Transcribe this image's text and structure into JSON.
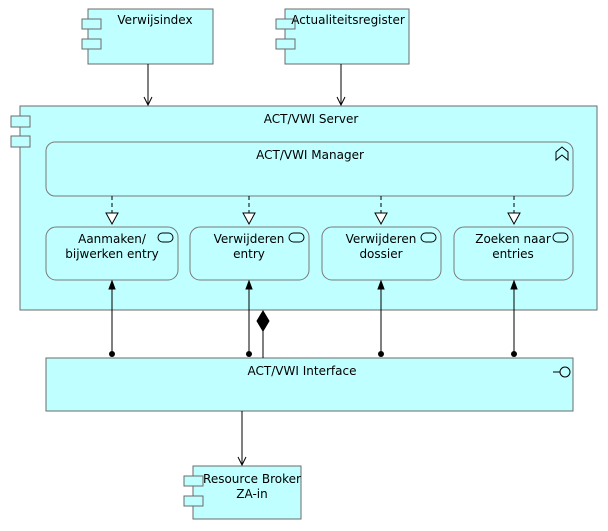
{
  "components": {
    "verwijsindex": "Verwijsindex",
    "actualiteitsregister": "Actualiteitsregister",
    "server": "ACT/VWI Server",
    "resource_broker_line1": "Resource Broker",
    "resource_broker_line2": "ZA-in"
  },
  "manager": {
    "label": "ACT/VWI Manager"
  },
  "services": [
    {
      "line1": "Aanmaken/",
      "line2": "bijwerken entry"
    },
    {
      "line1": "Verwijderen",
      "line2": "entry"
    },
    {
      "line1": "Verwijderen",
      "line2": "dossier"
    },
    {
      "line1": "Zoeken naar",
      "line2": "entries"
    }
  ],
  "interface": {
    "label": "ACT/VWI Interface"
  },
  "icons": {
    "component": "component-icon",
    "function": "function-chevron-icon",
    "service": "service-pill-icon",
    "interface": "interface-lollipop-icon"
  },
  "colors": {
    "fill": "#bfffff",
    "stroke": "#6b6b6b"
  }
}
